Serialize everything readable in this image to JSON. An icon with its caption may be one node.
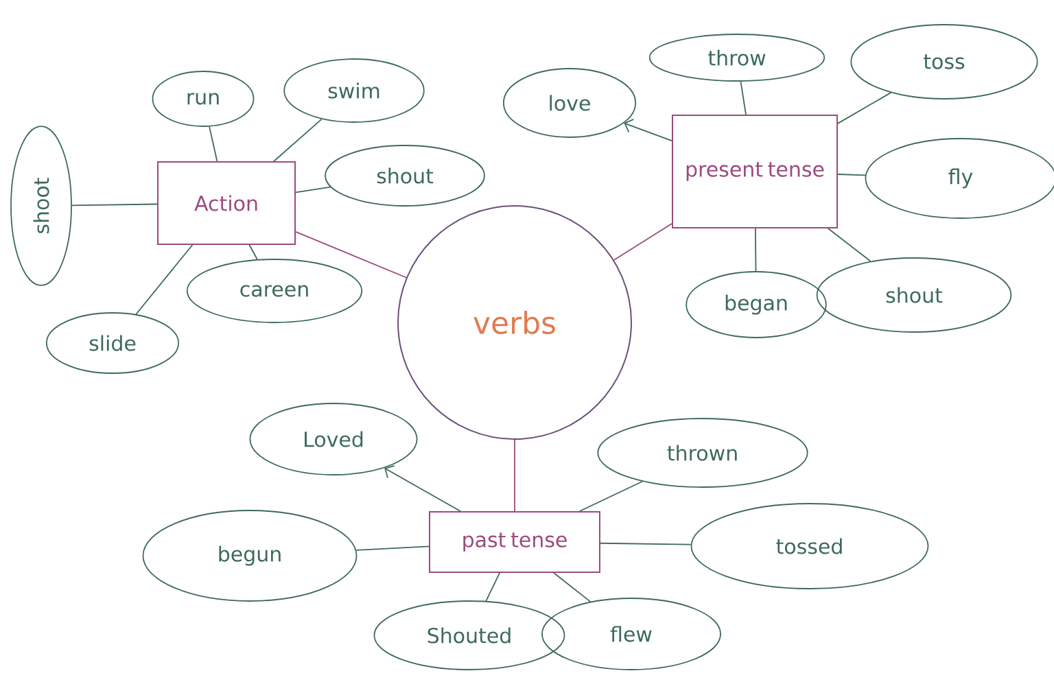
{
  "diagram": {
    "nodes": [
      {
        "text": [
          "verbs"
        ]
      },
      {
        "text": [
          "Action"
        ]
      },
      {
        "text": [
          "run"
        ]
      },
      {
        "text": [
          "swim"
        ]
      },
      {
        "text": [
          "shout"
        ]
      },
      {
        "text": [
          "shoot"
        ]
      },
      {
        "text": [
          "careen"
        ]
      },
      {
        "text": [
          "slide"
        ]
      },
      {
        "text": [
          "present tense"
        ]
      },
      {
        "text": [
          "love"
        ]
      },
      {
        "text": [
          "throw"
        ]
      },
      {
        "text": [
          "toss"
        ]
      },
      {
        "text": [
          "fly"
        ]
      },
      {
        "text": [
          "began"
        ]
      },
      {
        "text": [
          "shout"
        ]
      },
      {
        "text": [
          "past tense"
        ]
      },
      {
        "text": [
          "Loved"
        ]
      },
      {
        "text": [
          "thrown"
        ]
      },
      {
        "text": [
          "begun"
        ]
      },
      {
        "text": [
          "tossed"
        ]
      },
      {
        "text": [
          "Shouted"
        ]
      },
      {
        "text": [
          "flew"
        ]
      }
    ],
    "edges": [
      {
        "from": 0,
        "to": 1,
        "arrow": "none",
        "color": "#9c4a7e"
      },
      {
        "from": 0,
        "to": 8,
        "arrow": "none",
        "color": "#9c4a7e"
      },
      {
        "from": 0,
        "to": 15,
        "arrow": "none",
        "color": "#9c4a7e"
      },
      {
        "from": 1,
        "to": 2,
        "arrow": "none"
      },
      {
        "from": 1,
        "to": 3,
        "arrow": "none"
      },
      {
        "from": 1,
        "to": 4,
        "arrow": "none"
      },
      {
        "from": 1,
        "to": 5,
        "arrow": "none"
      },
      {
        "from": 1,
        "to": 6,
        "arrow": "none"
      },
      {
        "from": 1,
        "to": 7,
        "arrow": "none"
      },
      {
        "from": 8,
        "to": 9,
        "arrow": "to"
      },
      {
        "from": 8,
        "to": 10,
        "arrow": "none"
      },
      {
        "from": 8,
        "to": 11,
        "arrow": "none"
      },
      {
        "from": 8,
        "to": 12,
        "arrow": "none"
      },
      {
        "from": 8,
        "to": 13,
        "arrow": "none"
      },
      {
        "from": 8,
        "to": 14,
        "arrow": "none"
      },
      {
        "from": 15,
        "to": 16,
        "arrow": "to"
      },
      {
        "from": 15,
        "to": 17,
        "arrow": "none"
      },
      {
        "from": 15,
        "to": 18,
        "arrow": "none"
      },
      {
        "from": 15,
        "to": 19,
        "arrow": "none"
      },
      {
        "from": 15,
        "to": 20,
        "arrow": "none"
      },
      {
        "from": 15,
        "to": 21,
        "arrow": "none"
      }
    ]
  }
}
